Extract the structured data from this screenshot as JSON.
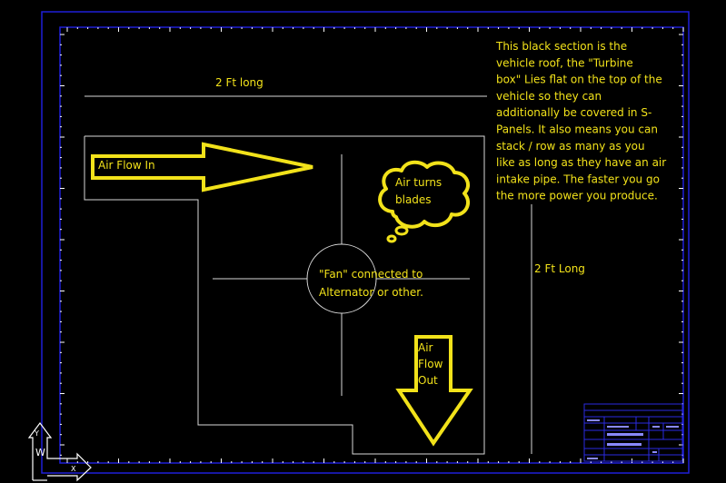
{
  "diagram": {
    "colors": {
      "background": "#000000",
      "frame": "#1f1fd8",
      "lines": "#d8d8d8",
      "annotation": "#f2e21a",
      "title_block": "#2a2ae0"
    },
    "labels": {
      "length_top": "2 Ft long",
      "length_side": "2 Ft Long",
      "air_in": "Air Flow In",
      "air_turns_line1": "Air turns",
      "air_turns_line2": "blades",
      "fan_line1": "\"Fan\" connected to",
      "fan_line2": "Alternator or other.",
      "air_out_line1": "Air",
      "air_out_line2": "Flow",
      "air_out_line3": "Out"
    },
    "note_lines": [
      "This black section is the",
      "vehicle roof, the \"Turbine",
      "box\" Lies flat on the top of the",
      "vehicle so they can",
      "additionally be covered in S-",
      "Panels. It also means you can",
      "stack / row as many as you",
      "like as long as they have an air",
      "intake pipe. The faster you go",
      "the more power you produce."
    ],
    "ucs": {
      "axis_y": "Y",
      "axis_w": "W",
      "axis_x": "X"
    }
  }
}
